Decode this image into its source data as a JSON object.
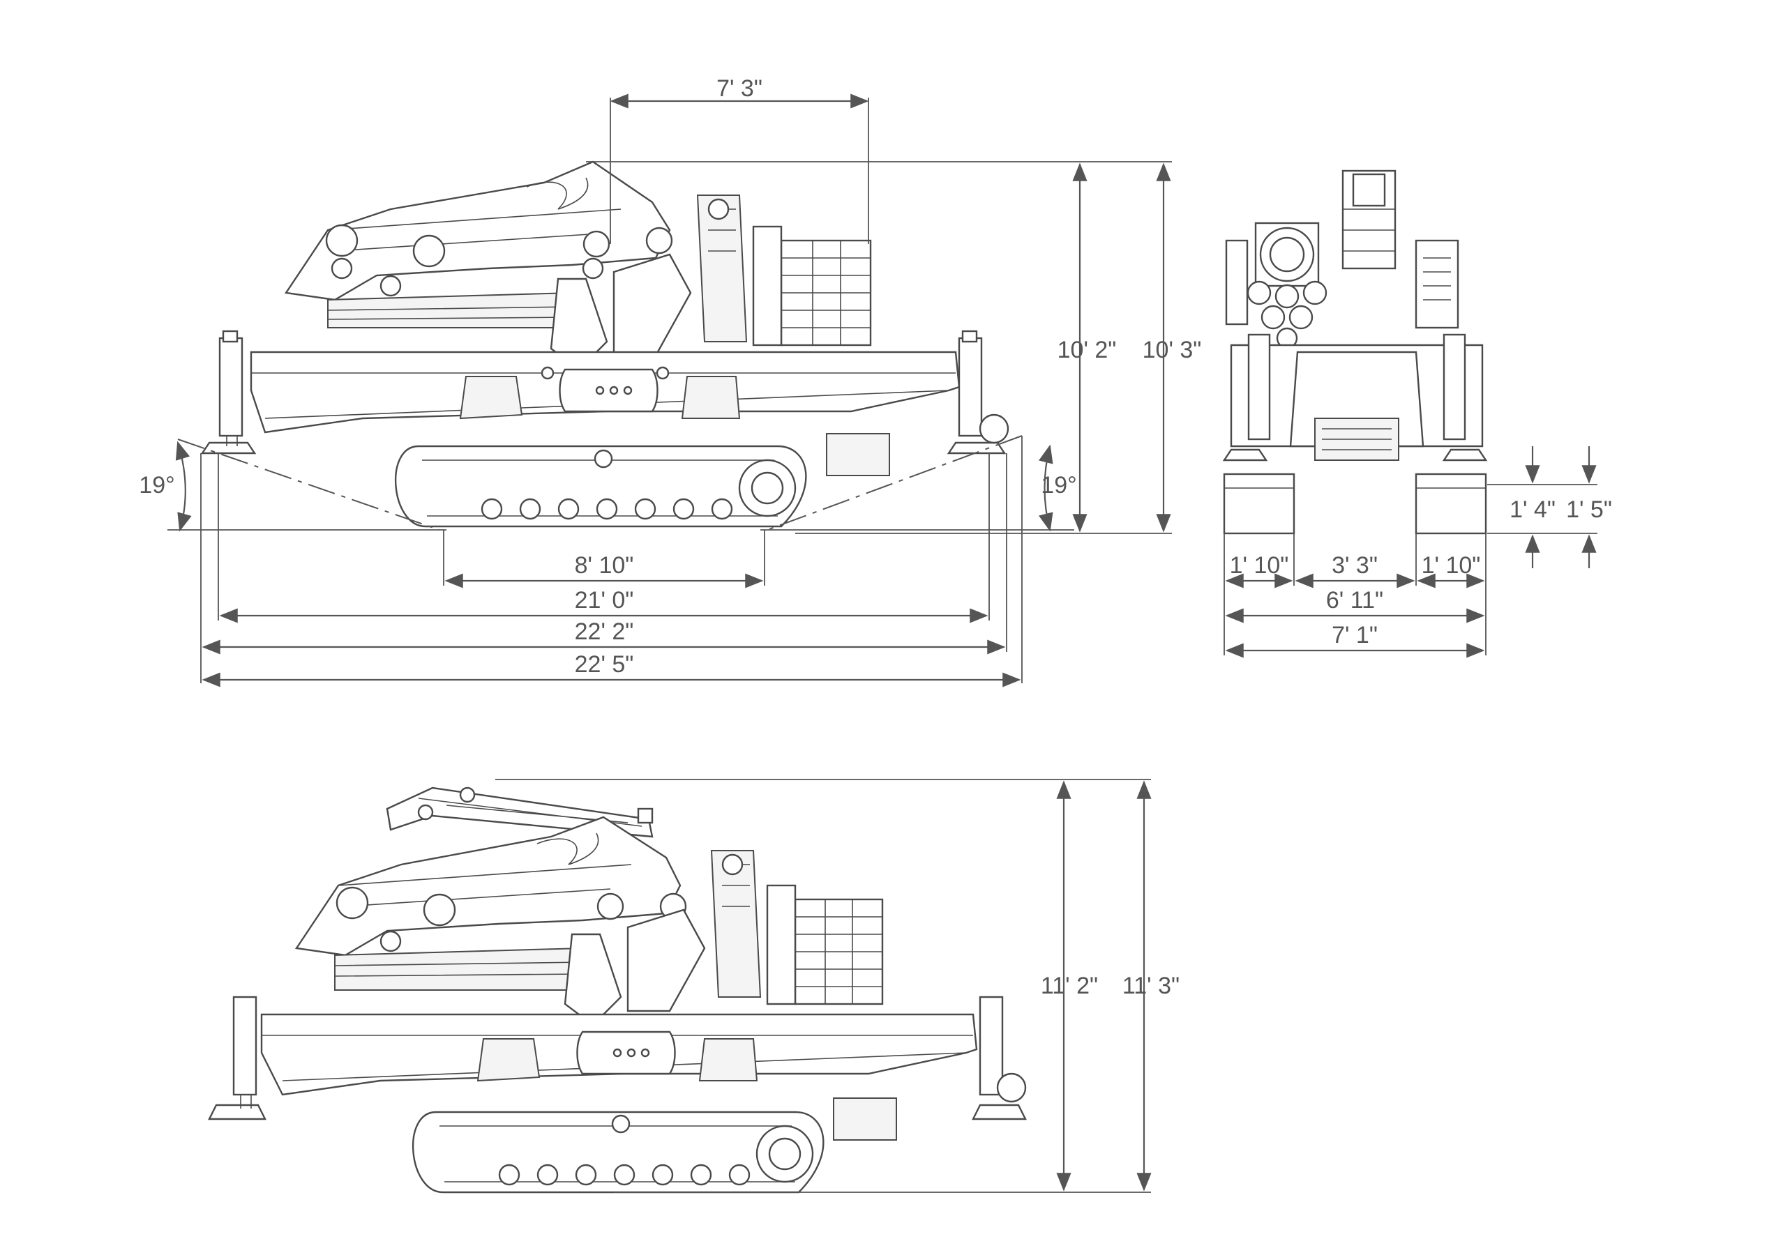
{
  "side_view_folded": {
    "cab_length": "7' 3\"",
    "height_inner": "10' 2\"",
    "height_outer": "10' 3\"",
    "angle_left": "19°",
    "angle_right": "19°",
    "track_length": "8' 10\"",
    "outrigger_span": "21' 0\"",
    "overall_length_a": "22' 2\"",
    "overall_length_b": "22' 5\""
  },
  "rear_view": {
    "ground_clearance_a": "1' 4\"",
    "ground_clearance_b": "1' 5\"",
    "side_left": "1' 10\"",
    "center": "3' 3\"",
    "side_right": "1' 10\"",
    "track_width": "6' 11\"",
    "overall_width": "7' 1\""
  },
  "side_view_extended": {
    "height_inner": "11' 2\"",
    "height_outer": "11' 3\""
  },
  "colors": {
    "line": "#4a4a4a",
    "dimension": "#555555",
    "background": "#ffffff"
  }
}
